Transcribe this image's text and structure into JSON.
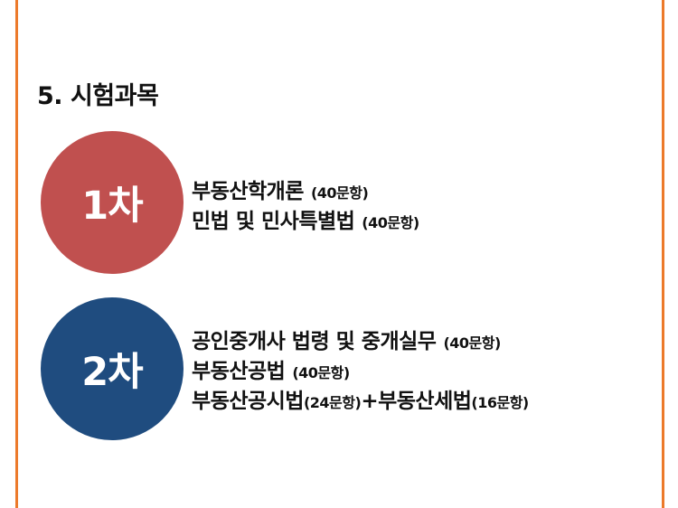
{
  "colors": {
    "border": "#ec7a2b",
    "first_exam": "#c0504f",
    "second_exam": "#1f4c7f"
  },
  "section": {
    "heading": "5. 시험과목"
  },
  "exams": [
    {
      "label": "1차",
      "subjects": [
        {
          "name": "부동산학개론",
          "count": "(40문항)"
        },
        {
          "name": "민법 및 민사특별법",
          "count": "(40문항)"
        }
      ]
    },
    {
      "label": "2차",
      "subjects": [
        {
          "name": "공인중개사 법령 및 중개실무",
          "count": "(40문항)"
        },
        {
          "name": "부동산공법",
          "count": "(40문항)"
        },
        {
          "name": "부동산공시법",
          "count": "(24문항)",
          "joiner": "+",
          "name2": "부동산세법",
          "count2": "(16문항)"
        }
      ]
    }
  ]
}
